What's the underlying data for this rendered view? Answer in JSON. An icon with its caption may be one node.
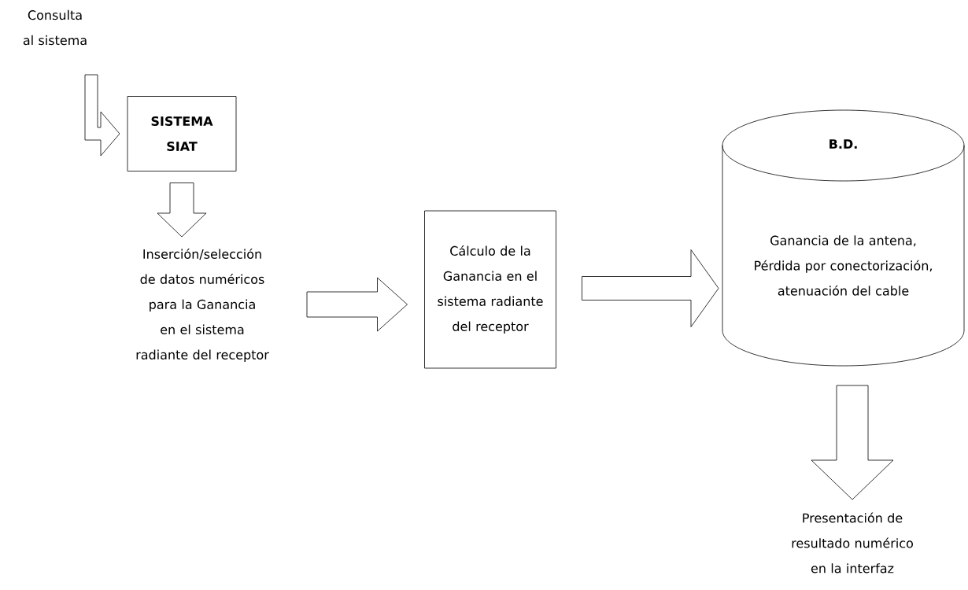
{
  "diagram": {
    "nodes": [
      {
        "text": [
          "Consulta al sistema"
        ]
      },
      {
        "text": [
          "SISTEMA SIAT"
        ]
      },
      {
        "text": [
          "Inserción/selección de datos numéricos para la Ganancia en el sistema radiante del receptor"
        ]
      },
      {
        "text": [
          "Cálculo de la Ganancia en el sistema radiante del receptor"
        ]
      },
      {
        "text": [
          "B.D.",
          "Ganancia de la antena, Pérdida por conectorización, atenuación del cable"
        ]
      },
      {
        "text": [
          "Presentación de resultado numérico en la interfaz"
        ]
      }
    ],
    "edges": [
      {
        "from": 0,
        "to": 1,
        "arrow": "to"
      },
      {
        "from": 1,
        "to": 2,
        "arrow": "to"
      },
      {
        "from": 2,
        "to": 3,
        "arrow": "to"
      },
      {
        "from": 3,
        "to": 4,
        "arrow": "to"
      },
      {
        "from": 4,
        "to": 5,
        "arrow": "to"
      }
    ]
  }
}
